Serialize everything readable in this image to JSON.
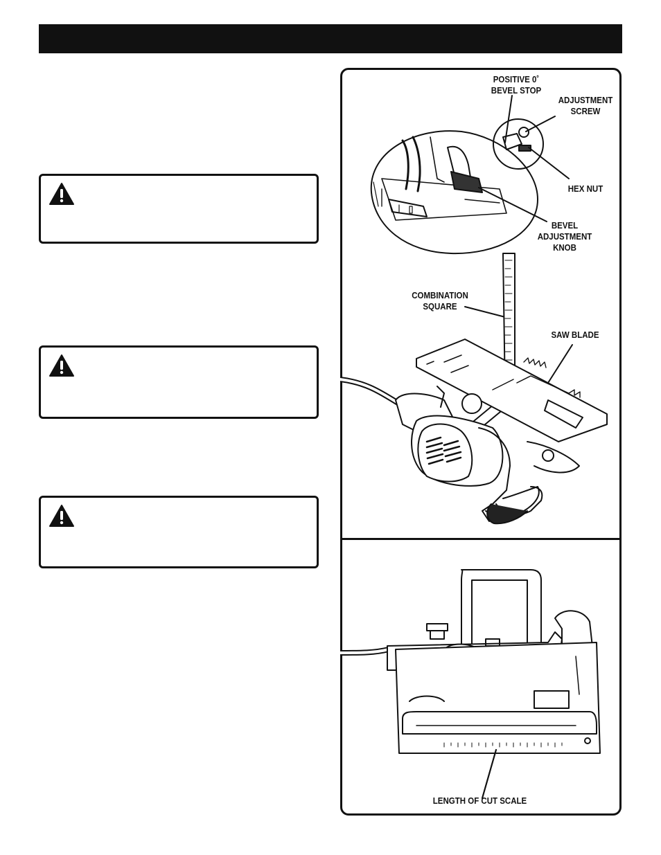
{
  "header": {
    "title": ""
  },
  "warnings": [
    {
      "icon": "warning-triangle-icon",
      "text": ""
    },
    {
      "icon": "warning-triangle-icon",
      "text": ""
    },
    {
      "icon": "warning-triangle-icon",
      "text": ""
    }
  ],
  "figure_top": {
    "labels": {
      "positive_stop": "POSITIVE 0˚\nBEVEL STOP",
      "adjustment_screw": "ADJUSTMENT\nSCREW",
      "hex_nut": "HEX NUT",
      "bevel_knob": "BEVEL\nADJUSTMENT\nKNOB",
      "combination_square": "COMBINATION\nSQUARE",
      "saw_blade": "SAW BLADE"
    }
  },
  "figure_bottom": {
    "labels": {
      "length_of_cut_scale": "LENGTH OF CUT SCALE"
    }
  },
  "colors": {
    "ink": "#111111",
    "paper": "#ffffff"
  }
}
